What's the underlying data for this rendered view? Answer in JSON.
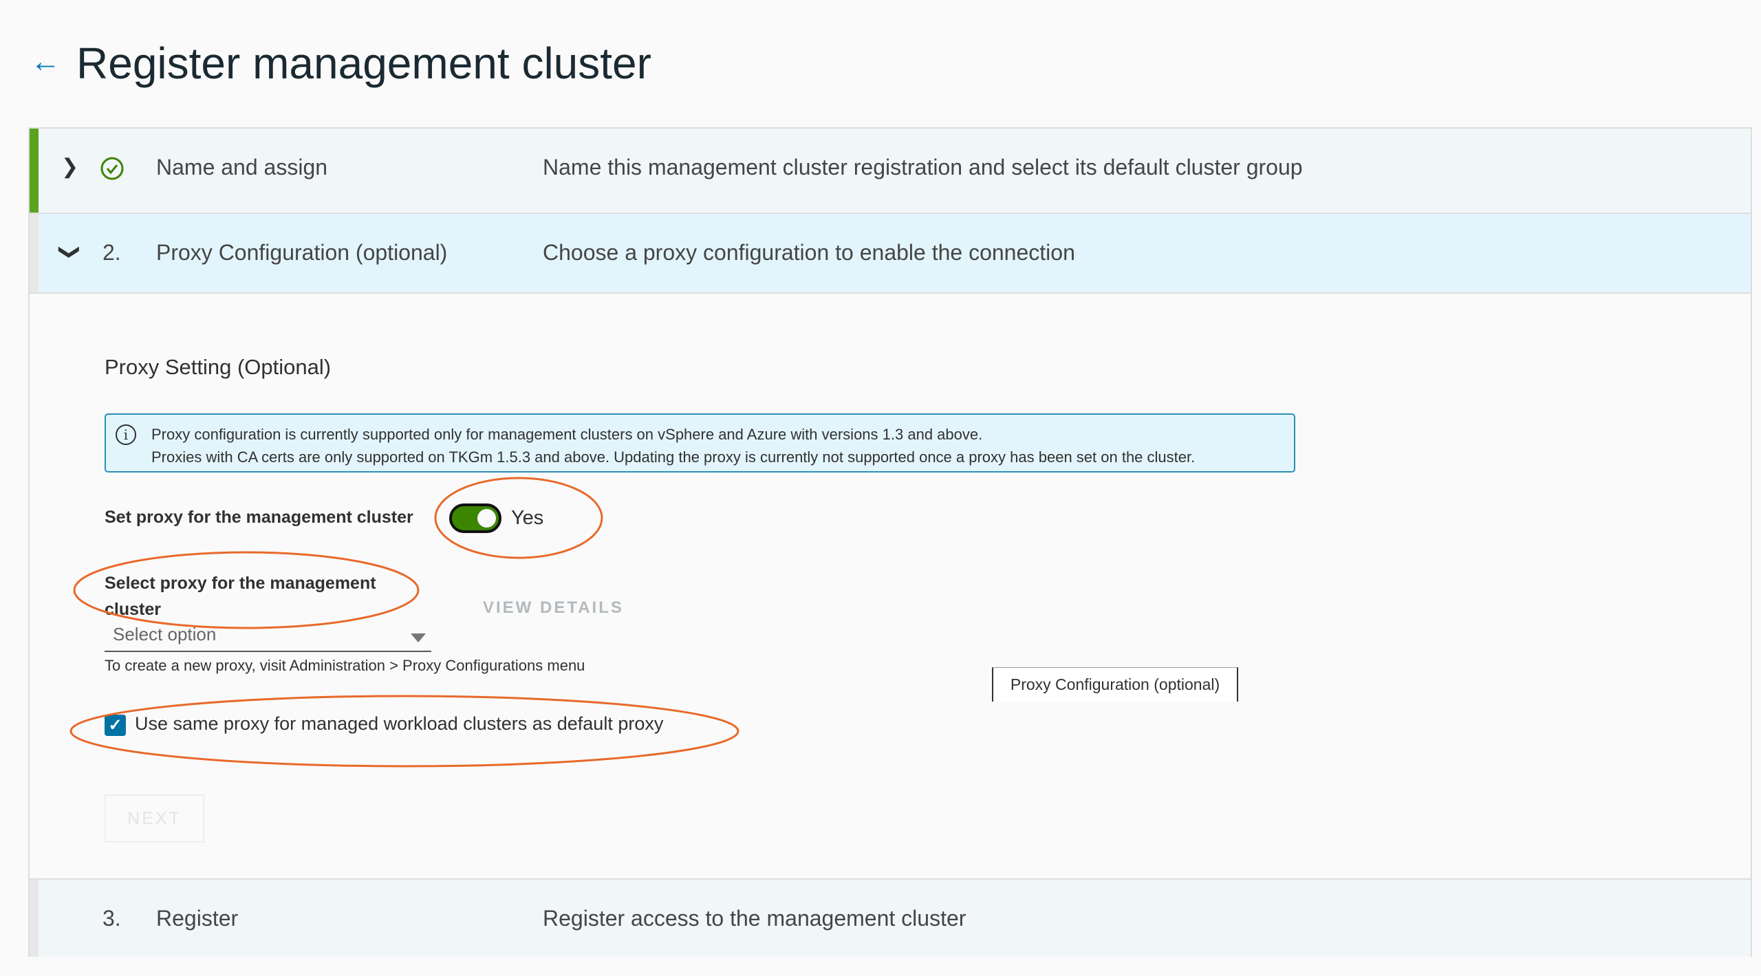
{
  "header": {
    "title": "Register management cluster",
    "back_icon": "arrow-left-icon"
  },
  "steps": [
    {
      "number": "",
      "title": "Name and assign",
      "description": "Name this management cluster registration and select its default cluster group",
      "status": "completed"
    },
    {
      "number": "2.",
      "title": "Proxy Configuration (optional)",
      "description": "Choose a proxy configuration to enable the connection",
      "status": "active"
    },
    {
      "number": "3.",
      "title": "Register",
      "description": "Register access to the management cluster",
      "status": "pending"
    }
  ],
  "form": {
    "section_title": "Proxy Setting (Optional)",
    "info_lines": [
      "Proxy configuration is currently supported only for management clusters on vSphere and Azure with versions 1.3 and above.",
      "Proxies with CA certs are only supported on TKGm 1.5.3 and above. Updating the proxy is currently not supported once a proxy has been set on the cluster."
    ],
    "toggle_label": "Set proxy for the management cluster",
    "toggle_value": "Yes",
    "select_label": "Select proxy for the management cluster",
    "select_placeholder": "Select option",
    "view_details": "VIEW DETAILS",
    "helper": "To create a new proxy, visit Administration > Proxy Configurations menu",
    "checkbox_label": "Use same proxy for managed workload clusters as default proxy",
    "checkbox_checked": true,
    "next": "NEXT"
  },
  "tooltip": "Proxy Configuration (optional)",
  "colors": {
    "accent": "#0072a3",
    "success": "#3c8500",
    "annotation": "#e8692a"
  }
}
